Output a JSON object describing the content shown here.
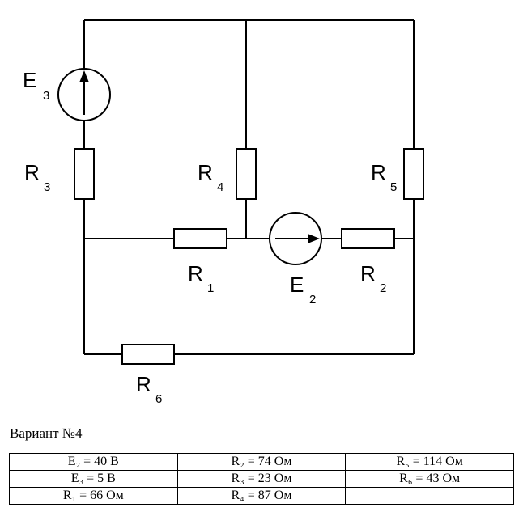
{
  "diagram": {
    "labels": {
      "E3": {
        "main": "E",
        "sub": "3"
      },
      "R3": {
        "main": "R",
        "sub": "3"
      },
      "R4": {
        "main": "R",
        "sub": "4"
      },
      "R5": {
        "main": "R",
        "sub": "5"
      },
      "R1": {
        "main": "R",
        "sub": "1"
      },
      "E2": {
        "main": "E",
        "sub": "2"
      },
      "R2": {
        "main": "R",
        "sub": "2"
      },
      "R6": {
        "main": "R",
        "sub": "6"
      }
    }
  },
  "variant": {
    "title": "Вариант №4"
  },
  "table": {
    "rows": [
      [
        "E₂ = 40 В",
        "R₂ = 74 Ом",
        "R₅ = 114 Ом"
      ],
      [
        "E₃ = 5 В",
        "R₃ = 23 Ом",
        "R₆ = 43 Ом"
      ],
      [
        "R₁ = 66 Ом",
        "R₄ = 87 Ом",
        ""
      ]
    ]
  }
}
